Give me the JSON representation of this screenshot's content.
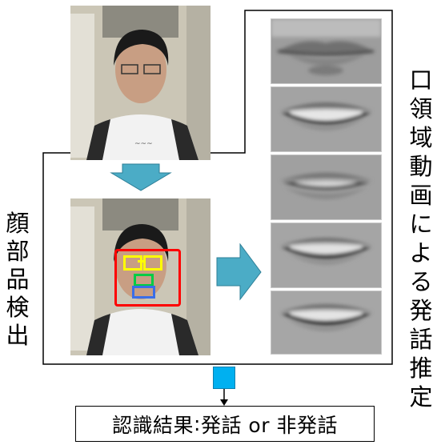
{
  "vertical_labels": {
    "face_parts_detection": [
      "顔",
      "部",
      "品",
      "検",
      "出"
    ],
    "mouth_region_estimation": [
      "口",
      "領",
      "域",
      "動",
      "画",
      "に",
      "よ",
      "る",
      "発",
      "話",
      "推",
      "定"
    ]
  },
  "result": {
    "label": "認識結果",
    "separator": ":",
    "text": "発話 or 非発話"
  },
  "colors": {
    "arrow_fill": "#4bacc6",
    "arrow_stroke": "#2e7f97",
    "small_arrow_fill": "#00b0f0",
    "eye_box": "#ffff00",
    "nose_box": "#00cc44",
    "mouth_box": "#3a6ee8",
    "face_box": "#ff0000"
  },
  "icons": {
    "down_arrow": "block-arrow-down",
    "right_arrow": "block-arrow-right",
    "small_arrow": "connector-arrow-down"
  }
}
